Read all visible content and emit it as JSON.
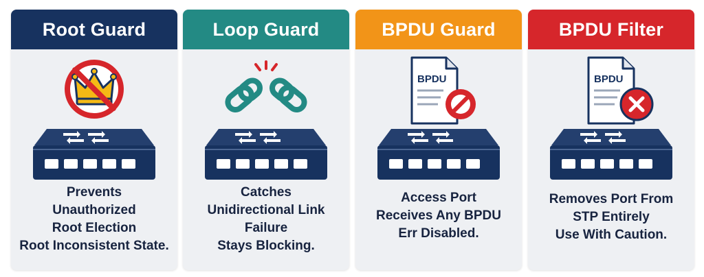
{
  "colors": {
    "navy": "#17325f",
    "teal": "#238a84",
    "orange": "#f29418",
    "red": "#d6262b",
    "card_bg": "#eef0f3",
    "switch_body": "#17325f",
    "switch_top": "#243f6e"
  },
  "cards": [
    {
      "title": "Root Guard",
      "icon": "no-crown-icon",
      "lines": [
        "Prevents",
        "Unauthorized",
        "Root Election",
        "Root Inconsistent State."
      ]
    },
    {
      "title": "Loop Guard",
      "icon": "broken-chain-icon",
      "lines": [
        "Catches",
        "Unidirectional Link",
        "Failure",
        "Stays Blocking."
      ]
    },
    {
      "title": "BPDU Guard",
      "icon": "bpdu-blocked-document-icon",
      "doc_label": "BPDU",
      "lines": [
        "Access Port",
        "Receives Any BPDU",
        "Err Disabled."
      ]
    },
    {
      "title": "BPDU Filter",
      "icon": "bpdu-removed-document-icon",
      "doc_label": "BPDU",
      "lines": [
        "Removes Port From",
        "STP Entirely",
        "Use With Caution."
      ]
    }
  ]
}
